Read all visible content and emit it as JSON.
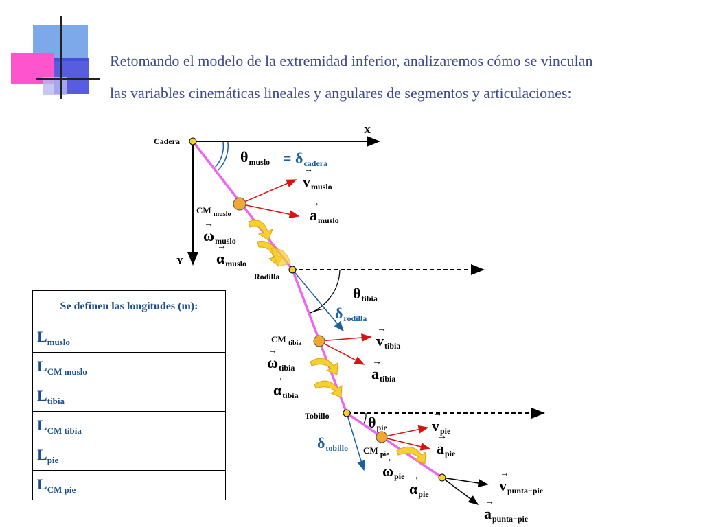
{
  "title": {
    "line1": "Retomando el modelo de la extremidad inferior, analizaremos cómo se vinculan",
    "line2": "las variables cinemáticas lineales y angulares de segmentos y articulaciones:"
  },
  "axes": {
    "x": "X",
    "y": "Y"
  },
  "joints": {
    "hip": "Cadera",
    "knee": "Rodilla",
    "ankle": "Tobillo"
  },
  "cm": {
    "thigh": {
      "main": "CM",
      "sub": "muslo"
    },
    "tibia": {
      "main": "CM",
      "sub": "tibia"
    },
    "foot": {
      "main": "CM",
      "sub": "pie"
    }
  },
  "vars": {
    "theta_thigh": {
      "sym": "θ",
      "sub": "muslo"
    },
    "equals": "=",
    "delta_hip": {
      "sym": "δ",
      "sub": "cadera"
    },
    "v_thigh": {
      "sym": "v",
      "sub": "muslo"
    },
    "a_thigh": {
      "sym": "a",
      "sub": "muslo"
    },
    "omega_thigh": {
      "sym": "ω",
      "sub": "muslo"
    },
    "alpha_thigh": {
      "sym": "α",
      "sub": "muslo"
    },
    "theta_tibia": {
      "sym": "θ",
      "sub": "tibia"
    },
    "delta_knee": {
      "sym": "δ",
      "sub": "rodilla"
    },
    "v_tibia": {
      "sym": "v",
      "sub": "tibia"
    },
    "a_tibia": {
      "sym": "a",
      "sub": "tibia"
    },
    "omega_tibia": {
      "sym": "ω",
      "sub": "tibia"
    },
    "alpha_tibia": {
      "sym": "α",
      "sub": "tibia"
    },
    "theta_foot": {
      "sym": "θ",
      "sub": "pie"
    },
    "delta_ankle": {
      "sym": "δ",
      "sub": "tobillo"
    },
    "v_foot": {
      "sym": "v",
      "sub": "pie"
    },
    "a_foot": {
      "sym": "a",
      "sub": "pie"
    },
    "omega_foot": {
      "sym": "ω",
      "sub": "pie"
    },
    "alpha_foot": {
      "sym": "α",
      "sub": "pie"
    },
    "v_toe": {
      "sym": "v",
      "sub": "punta−pie"
    },
    "a_toe": {
      "sym": "a",
      "sub": "punta−pie"
    }
  },
  "lengths_table": {
    "header": "Se definen las longitudes (m):",
    "rows": [
      {
        "main": "L",
        "sub": "muslo"
      },
      {
        "main": "L",
        "sub": "CM muslo"
      },
      {
        "main": "L",
        "sub": "tibia"
      },
      {
        "main": "L",
        "sub": "CM tibia"
      },
      {
        "main": "L",
        "sub": "pie"
      },
      {
        "main": "L",
        "sub": "CM pie"
      }
    ]
  },
  "colors": {
    "title": "#3c4a92",
    "segment": "#ee66ee",
    "velocity_vector": "#dd1111",
    "joint_line": "#1a5f9e",
    "cm_marker": "#f0a830",
    "rotation_arrow": "#f5d12c"
  }
}
